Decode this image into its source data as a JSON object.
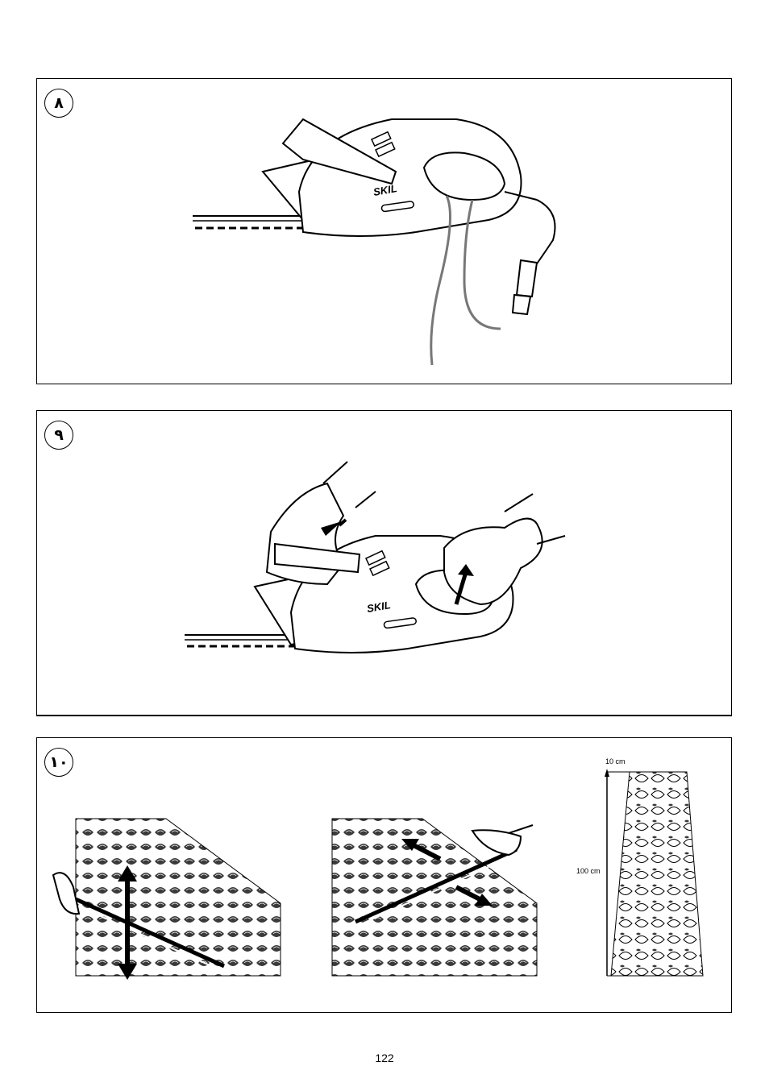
{
  "figures": {
    "fig8": {
      "number": "٨"
    },
    "fig9": {
      "number": "٩"
    },
    "fig10": {
      "number": "١٠",
      "width_label": "10 cm",
      "height_label": "100 cm"
    }
  },
  "brand": "SKIL",
  "page_number": "122",
  "colors": {
    "ink": "#000000",
    "paper": "#ffffff",
    "foliage_dark": "#3a3a3a",
    "cord": "#777777"
  },
  "icons": [
    "hedge-trimmer-icon",
    "hand-icon",
    "arrow-icon",
    "hedge-icon",
    "power-plug-icon"
  ]
}
